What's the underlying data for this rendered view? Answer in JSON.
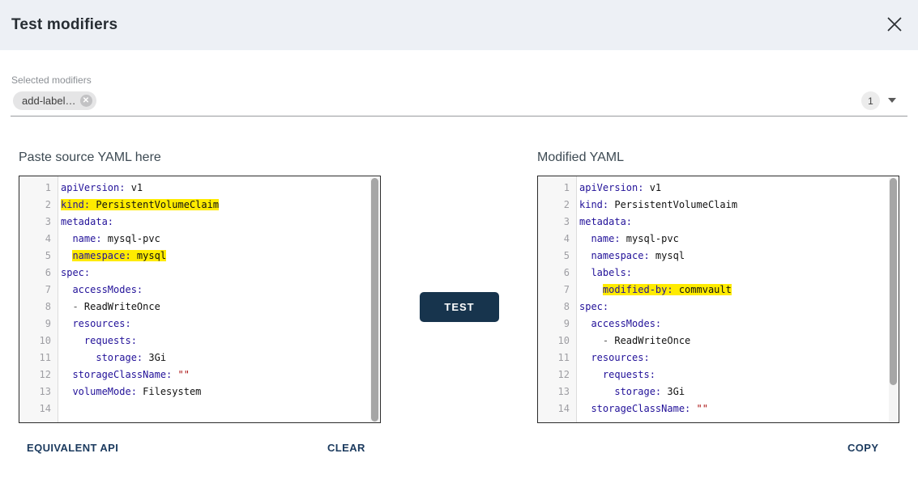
{
  "colors": {
    "header_bg": "#edf0f5",
    "accent_navy": "#17344d",
    "link_navy": "#1b3a5e",
    "highlight": "#ffeb00",
    "key": "#221199",
    "string": "#aa1111",
    "dash": "#555555"
  },
  "header": {
    "title": "Test modifiers"
  },
  "selected_modifiers": {
    "label": "Selected modifiers",
    "chip": "add-label…",
    "count": "1"
  },
  "test_button": "TEST",
  "actions": {
    "equivalent_api": "EQUIVALENT API",
    "clear": "CLEAR",
    "copy": "COPY"
  },
  "left_editor": {
    "title": "Paste source YAML here",
    "lines": [
      {
        "n": "1",
        "t": [
          [
            "key",
            "apiVersion:"
          ],
          [
            "val",
            " v1"
          ]
        ]
      },
      {
        "n": "2",
        "t": [
          [
            "key",
            "kind:",
            1
          ],
          [
            "val",
            " PersistentVolumeClaim",
            1
          ]
        ]
      },
      {
        "n": "3",
        "t": [
          [
            "key",
            "metadata:"
          ]
        ]
      },
      {
        "n": "4",
        "t": [
          [
            "val",
            "  "
          ],
          [
            "key",
            "name:"
          ],
          [
            "val",
            " mysql-pvc"
          ]
        ]
      },
      {
        "n": "5",
        "t": [
          [
            "val",
            "  "
          ],
          [
            "key",
            "namespace:",
            1
          ],
          [
            "val",
            " mysql",
            1
          ]
        ]
      },
      {
        "n": "6",
        "t": [
          [
            "key",
            "spec:"
          ]
        ]
      },
      {
        "n": "7",
        "t": [
          [
            "val",
            "  "
          ],
          [
            "key",
            "accessModes:"
          ]
        ]
      },
      {
        "n": "8",
        "t": [
          [
            "val",
            "  "
          ],
          [
            "dash",
            "- "
          ],
          [
            "val",
            "ReadWriteOnce"
          ]
        ]
      },
      {
        "n": "9",
        "t": [
          [
            "val",
            "  "
          ],
          [
            "key",
            "resources:"
          ]
        ]
      },
      {
        "n": "10",
        "t": [
          [
            "val",
            "    "
          ],
          [
            "key",
            "requests:"
          ]
        ]
      },
      {
        "n": "11",
        "t": [
          [
            "val",
            "      "
          ],
          [
            "key",
            "storage:"
          ],
          [
            "val",
            " 3Gi"
          ]
        ]
      },
      {
        "n": "12",
        "t": [
          [
            "val",
            "  "
          ],
          [
            "key",
            "storageClassName:"
          ],
          [
            "val",
            " "
          ],
          [
            "str",
            "\"\""
          ]
        ]
      },
      {
        "n": "13",
        "t": [
          [
            "val",
            "  "
          ],
          [
            "key",
            "volumeMode:"
          ],
          [
            "val",
            " Filesystem"
          ]
        ]
      },
      {
        "n": "14",
        "t": []
      }
    ]
  },
  "right_editor": {
    "title": "Modified YAML",
    "lines": [
      {
        "n": "1",
        "t": [
          [
            "key",
            "apiVersion:"
          ],
          [
            "val",
            " v1"
          ]
        ]
      },
      {
        "n": "2",
        "t": [
          [
            "key",
            "kind:"
          ],
          [
            "val",
            " PersistentVolumeClaim"
          ]
        ]
      },
      {
        "n": "3",
        "t": [
          [
            "key",
            "metadata:"
          ]
        ]
      },
      {
        "n": "4",
        "t": [
          [
            "val",
            "  "
          ],
          [
            "key",
            "name:"
          ],
          [
            "val",
            " mysql-pvc"
          ]
        ]
      },
      {
        "n": "5",
        "t": [
          [
            "val",
            "  "
          ],
          [
            "key",
            "namespace:"
          ],
          [
            "val",
            " mysql"
          ]
        ]
      },
      {
        "n": "6",
        "t": [
          [
            "val",
            "  "
          ],
          [
            "key",
            "labels:"
          ]
        ]
      },
      {
        "n": "7",
        "t": [
          [
            "val",
            "    "
          ],
          [
            "key",
            "modified-by:",
            1
          ],
          [
            "val",
            " commvault",
            1
          ]
        ]
      },
      {
        "n": "8",
        "t": [
          [
            "key",
            "spec:"
          ]
        ]
      },
      {
        "n": "9",
        "t": [
          [
            "val",
            "  "
          ],
          [
            "key",
            "accessModes:"
          ]
        ]
      },
      {
        "n": "10",
        "t": [
          [
            "val",
            "    "
          ],
          [
            "dash",
            "- "
          ],
          [
            "val",
            "ReadWriteOnce"
          ]
        ]
      },
      {
        "n": "11",
        "t": [
          [
            "val",
            "  "
          ],
          [
            "key",
            "resources:"
          ]
        ]
      },
      {
        "n": "12",
        "t": [
          [
            "val",
            "    "
          ],
          [
            "key",
            "requests:"
          ]
        ]
      },
      {
        "n": "13",
        "t": [
          [
            "val",
            "      "
          ],
          [
            "key",
            "storage:"
          ],
          [
            "val",
            " 3Gi"
          ]
        ]
      },
      {
        "n": "14",
        "t": [
          [
            "val",
            "  "
          ],
          [
            "key",
            "storageClassName:"
          ],
          [
            "val",
            " "
          ],
          [
            "str",
            "\"\""
          ]
        ]
      }
    ]
  }
}
